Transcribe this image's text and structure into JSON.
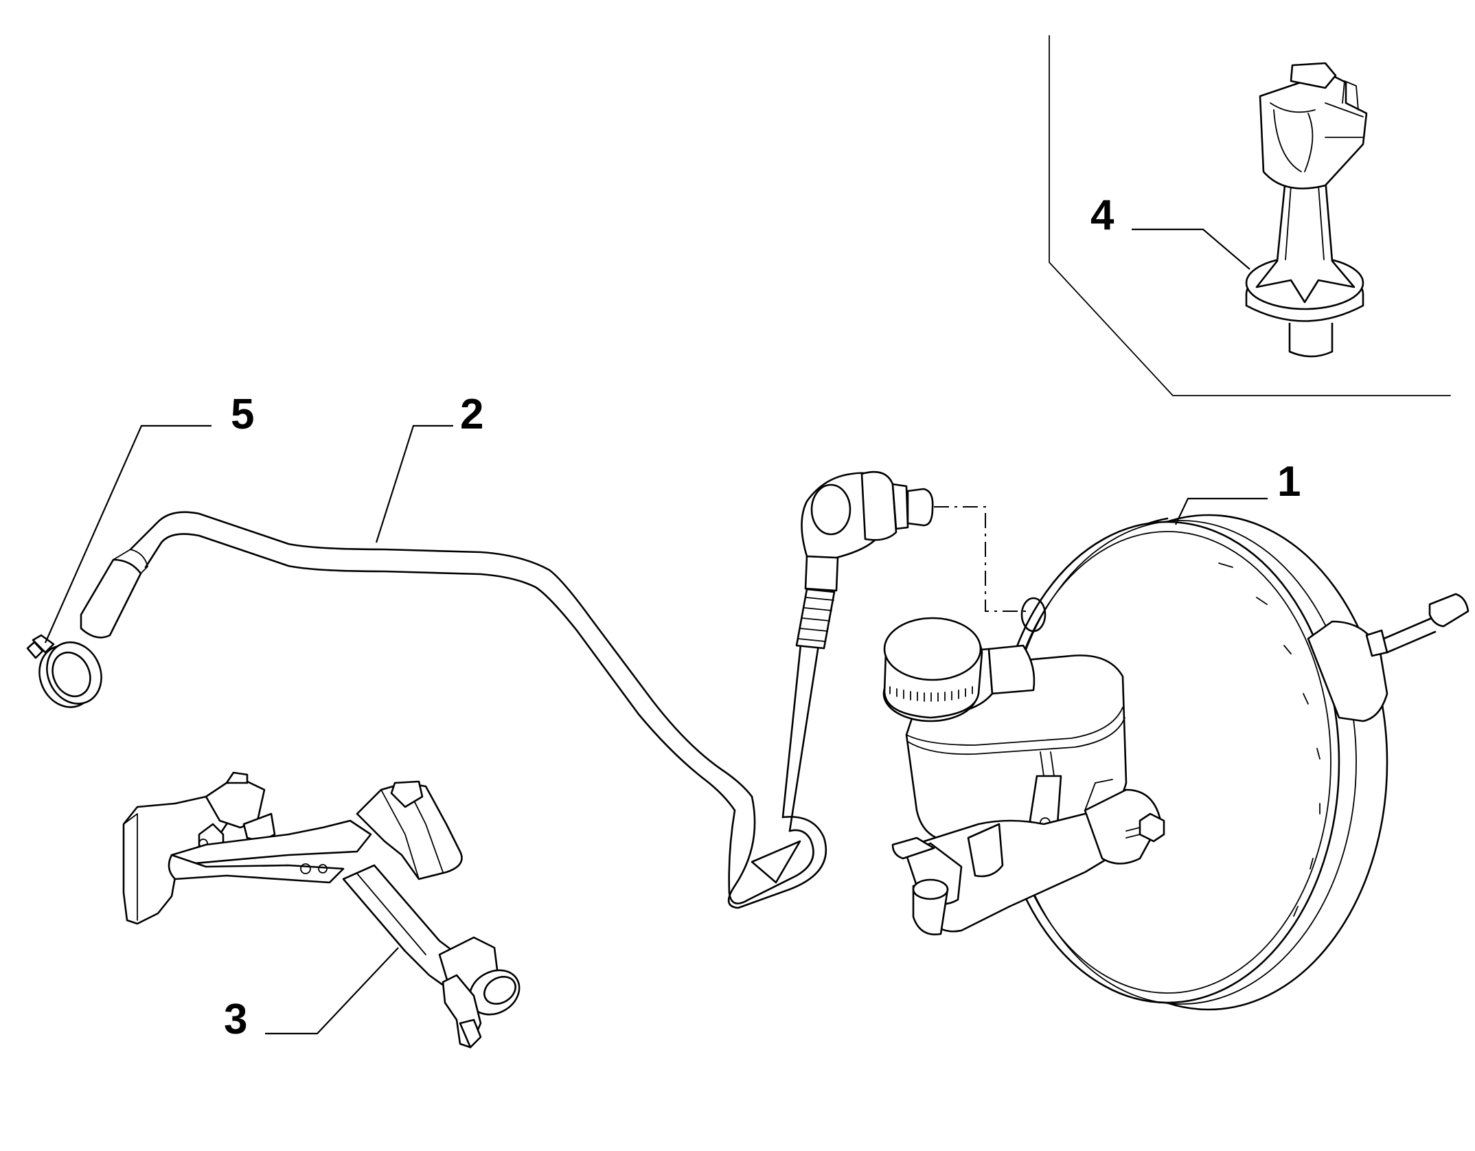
{
  "callouts": {
    "c1": "1",
    "c2": "2",
    "c3": "3",
    "c4": "4",
    "c5": "5"
  },
  "icons": [
    "brake-booster-icon",
    "vacuum-hose-icon",
    "hose-bracket-icon",
    "clip-icon",
    "hose-clamp-icon"
  ],
  "colors": {
    "line": "#000000",
    "background": "#ffffff"
  }
}
